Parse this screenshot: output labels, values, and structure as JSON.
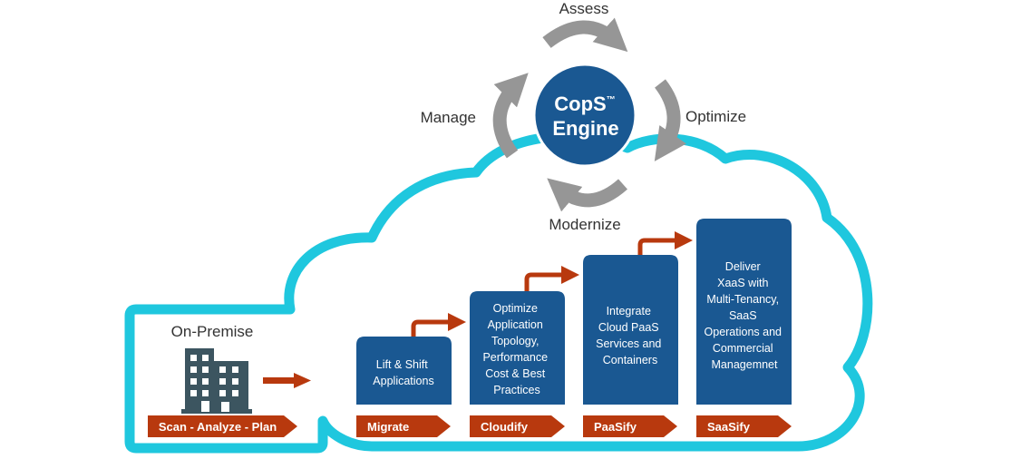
{
  "cycle": {
    "steps": [
      "Assess",
      "Optimize",
      "Modernize",
      "Manage"
    ]
  },
  "engine": {
    "line1": "CopS",
    "trademark": "™",
    "line2": "Engine"
  },
  "on_premise": {
    "label": "On-Premise",
    "chevron": "Scan - Analyze - Plan"
  },
  "stages": [
    {
      "chevron": "Migrate",
      "description": [
        "Lift & Shift",
        "Applications"
      ]
    },
    {
      "chevron": "Cloudify",
      "description": [
        "Optimize",
        "Application",
        "Topology,",
        "Performance",
        "Cost & Best",
        "Practices"
      ]
    },
    {
      "chevron": "PaaSify",
      "description": [
        "Integrate",
        "Cloud PaaS",
        "Services and",
        "Containers"
      ]
    },
    {
      "chevron": "SaaSify",
      "description": [
        "Deliver",
        "XaaS with",
        "Multi-Tenancy,",
        "SaaS",
        "Operations and",
        "Commercial",
        "Managemnet"
      ]
    }
  ],
  "colors": {
    "cloud_outline": "#1fc7de",
    "box_blue": "#1a5892",
    "chevron_orange": "#b8390e",
    "cycle_arrow_gray": "#969696",
    "building": "#3c5560"
  }
}
